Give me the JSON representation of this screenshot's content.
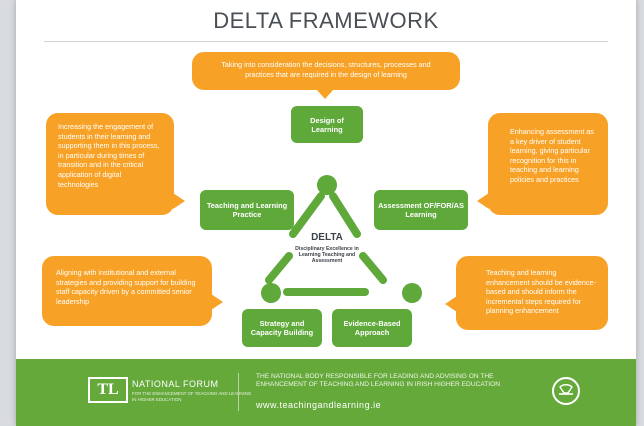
{
  "title": "DELTA FRAMEWORK",
  "bubbles": {
    "top": "Taking into consideration the decisions, structures, processes and practices that are required in the design of learning",
    "left_upper": "Increasing the engagement of students in their learning and supporting them in this process, in particular during times of transition and in the critical application of digital technologies",
    "right_upper": "Enhancing assessment as a key driver of student learning, giving particular recognition for this in teaching and learning policies and practices",
    "left_lower": "Aligning with institutional and external strategies and providing support for building staff capacity driven by a committed senior leadership",
    "right_lower": "Teaching and learning enhancement should be evidence-based and should inform the incremental steps required for planning enhancement"
  },
  "boxes": {
    "design": "Design of Learning",
    "teaching": "Teaching and Learning Practice",
    "assessment": "Assessment OF/FOR/AS Learning",
    "strategy": "Strategy and Capacity Building",
    "evidence": "Evidence-Based Approach"
  },
  "center": {
    "word": "DELTA",
    "subtitle": "Disciplinary Excellence in Learning Teaching and Assessment"
  },
  "footer": {
    "logo_letters": "TL",
    "forum_title": "NATIONAL FORUM",
    "forum_subtitle": "FOR THE ENHANCEMENT OF TEACHING AND LEARNING IN HIGHER EDUCATION",
    "body": "THE NATIONAL BODY RESPONSIBLE FOR LEADING AND ADVISING ON THE ENHANCEMENT OF TEACHING AND LEARNING IN IRISH HIGHER EDUCATION",
    "url": "www.teachingandlearning.ie"
  },
  "colors": {
    "orange": "#f7a226",
    "green": "#5fa83a",
    "footer_green": "#65a93b",
    "title_gray": "#4a4f55"
  }
}
